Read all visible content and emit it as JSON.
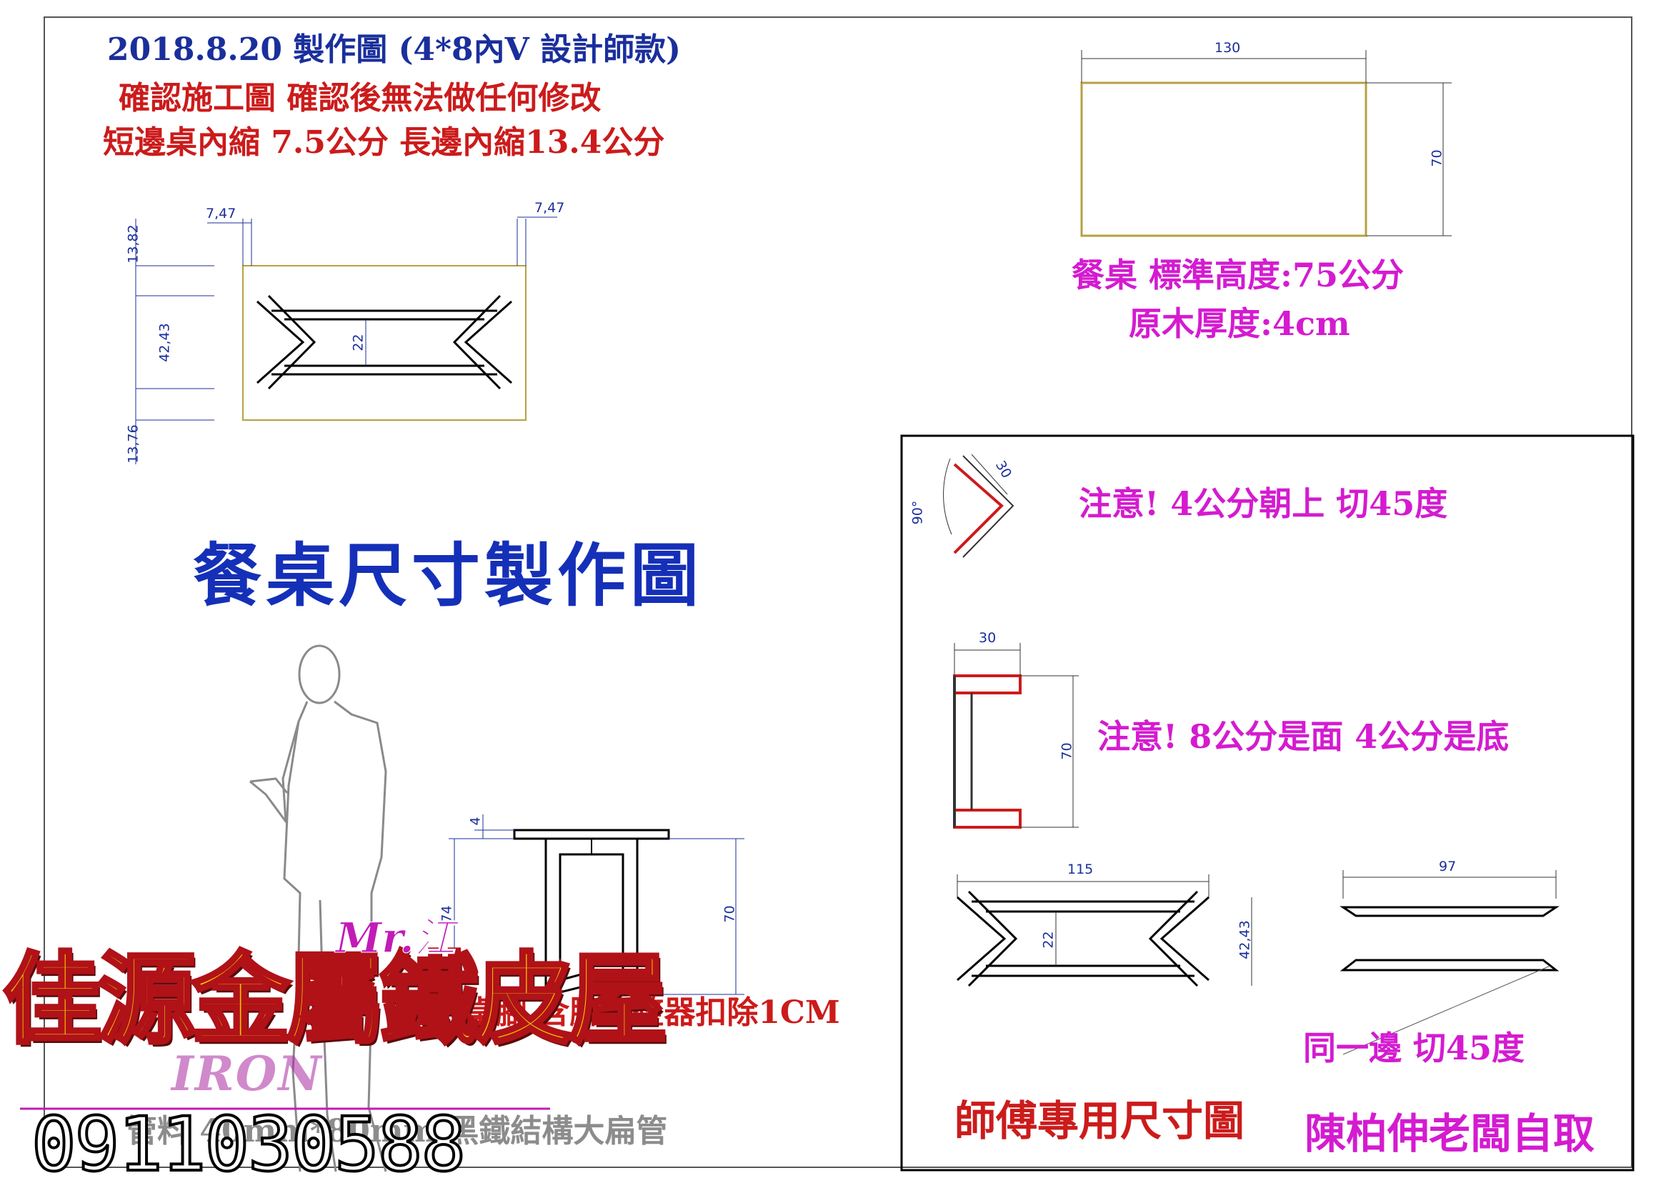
{
  "header": {
    "line1": "2018.8.20 製作圖  (4*8內V 設計師款)",
    "line2": "確認施工圖 確認後無法做任何修改",
    "line3": "短邊桌內縮 7.5公分 長邊內縮13.4公分"
  },
  "top_view_dims": {
    "left_offset": "7,47",
    "right_offset": "7,47",
    "top_margin": "13,82",
    "frame_height": "42,43",
    "bottom_margin": "13,76",
    "inner_gap": "22"
  },
  "tabletop": {
    "width": "130",
    "depth": "70",
    "height_note": "餐桌 標準高度:75公分",
    "thickness_note": "原木厚度:4cm"
  },
  "main_title": "餐桌尺寸製作圖",
  "side_view": {
    "top_thickness": "4",
    "total_height": "74",
    "leg_height": "70",
    "note": "桌腳 含腳調整器扣除1CM",
    "material": "管料 40mm*80mm 黑鐵結構大扁管"
  },
  "master_panel": {
    "angle_label": "90°",
    "corner_size": "30",
    "note1": "注意! 4公分朝上 切45度",
    "bracket_width": "30",
    "bracket_height": "70",
    "note2": "注意! 8公分是面 4公分是底",
    "frame_length": "115",
    "frame_gap": "22",
    "frame_height": "42,43",
    "bar_length": "97",
    "note3": "同一邊 切45度",
    "title": "師傅專用尺寸圖",
    "owner": "陳柏伸老闆自取"
  },
  "logo": {
    "brand": "佳源金屬鐵皮屋",
    "mr": "Mr.江",
    "iron": "IRON",
    "phone": "0911030588"
  },
  "colors": {
    "blue": "#1a2f9c",
    "red": "#cc1b1b",
    "magenta": "#d41bd0",
    "tabletop_outline": "#b8a040"
  }
}
